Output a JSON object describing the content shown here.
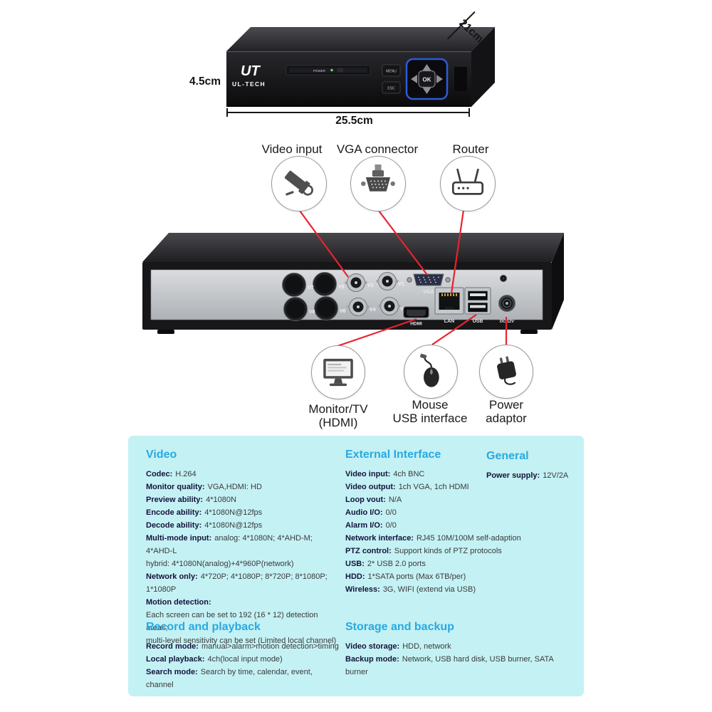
{
  "front_device": {
    "brand": "UT",
    "brand_sub": "UL-TECH",
    "power_label": "POWER",
    "menu_button": "MENU",
    "esc_button": "ESC",
    "ok_button": "OK"
  },
  "dimensions": {
    "depth": "21cm",
    "height": "4.5cm",
    "width": "25.5cm"
  },
  "top_callouts": [
    {
      "label": "Video input",
      "icon": "camera-icon"
    },
    {
      "label": "VGA connector",
      "icon": "vga-connector-icon"
    },
    {
      "label": "Router",
      "icon": "router-icon"
    }
  ],
  "bottom_callouts": [
    {
      "line1": "Monitor/TV",
      "line2": "(HDMI)",
      "icon": "monitor-icon"
    },
    {
      "line1": "Mouse",
      "line2": "USB interface",
      "icon": "mouse-icon"
    },
    {
      "line1": "Power",
      "line2": "adaptor",
      "icon": "power-adaptor-icon"
    }
  ],
  "rear_ports": {
    "bnc_labels": [
      "V7",
      "V5",
      "V3",
      "V1",
      "V8",
      "V6",
      "V4",
      "V2"
    ],
    "vga": "VGA",
    "hdmi": "HDMI",
    "lan": "LAN",
    "usb": "USB",
    "dc": "DC 12V"
  },
  "colors": {
    "accent_red": "#e8232e",
    "heading_blue": "#29a9e1",
    "panel_cyan": "#c4f1f4"
  },
  "specs": {
    "video": {
      "heading": "Video",
      "rows": [
        {
          "label": "Codec:",
          "value": "H.264"
        },
        {
          "label": "Monitor quality:",
          "value": "VGA,HDMI: HD"
        },
        {
          "label": "Preview ability:",
          "value": "4*1080N"
        },
        {
          "label": "Encode ability:",
          "value": "4*1080N@12fps"
        },
        {
          "label": "Decode ability:",
          "value": "4*1080N@12fps"
        },
        {
          "label": "Multi-mode input:",
          "value": "analog: 4*1080N; 4*AHD-M; 4*AHD-L",
          "extra": [
            "hybrid: 4*1080N(analog)+4*960P(network)"
          ]
        },
        {
          "label": "Network only:",
          "value": "4*720P; 4*1080P; 8*720P; 8*1080P; 1*1080P"
        },
        {
          "label": "Motion detection:",
          "value": "",
          "extra": [
            "Each screen can be set to 192 (16 * 12) detection areas;",
            "multi-level sensitivity can be set (Limited local channel)"
          ]
        }
      ]
    },
    "external": {
      "heading": "External Interface",
      "rows": [
        {
          "label": "Video input:",
          "value": "4ch BNC"
        },
        {
          "label": "Video output:",
          "value": "1ch VGA, 1ch HDMI"
        },
        {
          "label": "Loop vout:",
          "value": "N/A"
        },
        {
          "label": "Audio I/O:",
          "value": "0/0"
        },
        {
          "label": "Alarm I/O:",
          "value": "0/0"
        },
        {
          "label": "Network interface:",
          "value": "RJ45 10M/100M self-adaption"
        },
        {
          "label": "PTZ control:",
          "value": "Support kinds of PTZ protocols"
        },
        {
          "label": "USB:",
          "value": "2* USB 2.0 ports"
        },
        {
          "label": "HDD:",
          "value": "1*SATA ports (Max 6TB/per)"
        },
        {
          "label": "Wireless:",
          "value": "3G, WIFI (extend via USB)"
        }
      ]
    },
    "general": {
      "heading": "General",
      "rows": [
        {
          "label": "Power supply:",
          "value": "12V/2A"
        }
      ]
    },
    "record": {
      "heading": "Record and playback",
      "rows": [
        {
          "label": "Record mode:",
          "value": "manual>alarm>motion detection>timing"
        },
        {
          "label": "Local playback:",
          "value": "4ch(local input mode)"
        },
        {
          "label": "Search mode:",
          "value": "Search by time, calendar, event, channel"
        }
      ]
    },
    "storage": {
      "heading": "Storage and backup",
      "rows": [
        {
          "label": "Video storage:",
          "value": "HDD, network"
        },
        {
          "label": "Backup mode:",
          "value": "Network, USB hard disk, USB burner, SATA burner"
        }
      ]
    }
  }
}
